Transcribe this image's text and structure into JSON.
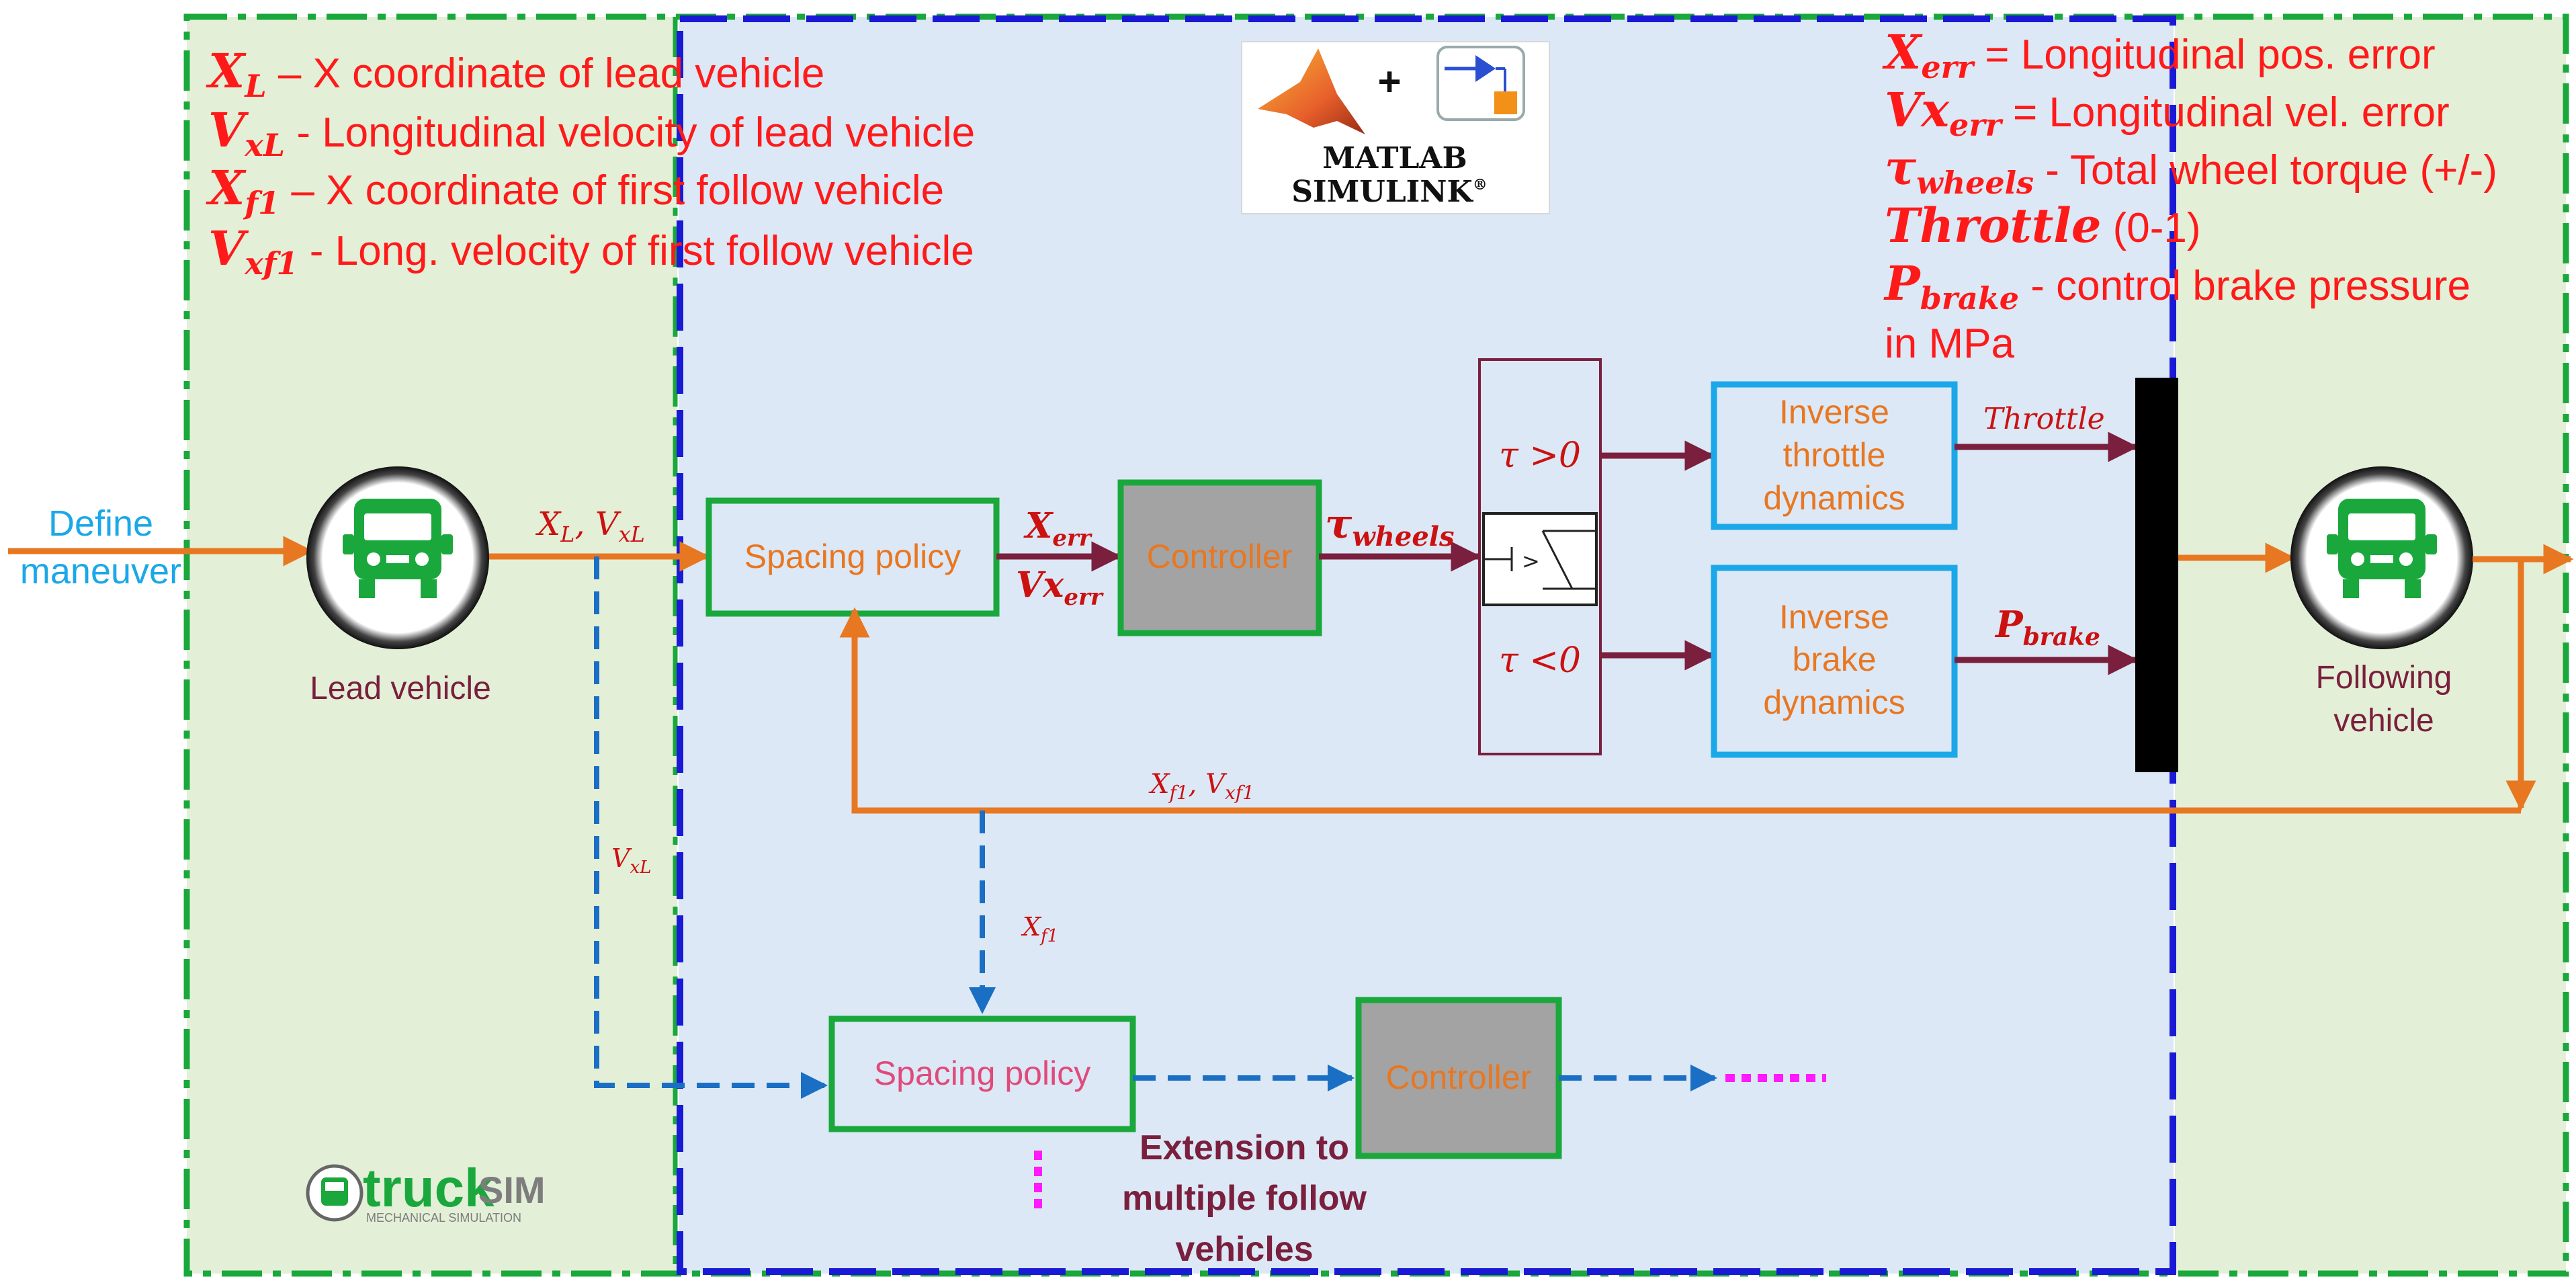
{
  "legend_left": [
    {
      "sym": "X",
      "sub": "L",
      "text": " – X coordinate of lead vehicle"
    },
    {
      "sym": "V",
      "sub": "xL",
      "text": " - Longitudinal velocity of lead vehicle"
    },
    {
      "sym": "X",
      "sub": "f1",
      "text": " – X coordinate of first follow vehicle"
    },
    {
      "sym": "V",
      "sub": "xf1",
      "text": " - Long. velocity of first follow vehicle"
    }
  ],
  "legend_right": [
    {
      "sym": "X",
      "sub": "err",
      "text": " = Longitudinal pos. error"
    },
    {
      "sym": "Vx",
      "sub": "err",
      "text": " = Longitudinal vel. error"
    },
    {
      "sym": "τ",
      "sub": "wheels",
      "text": " - Total wheel torque (+/-)"
    },
    {
      "sym": "Throttle",
      "sub": "",
      "text": " (0-1)"
    },
    {
      "sym": "P",
      "sub": "brake",
      "text": " - control brake pressure"
    }
  ],
  "legend_right_tail": "in MPa",
  "logo": {
    "line1": "MATLAB",
    "line2": "SIMULINK",
    "reg": "®",
    "plus": "+"
  },
  "define_maneuver": {
    "line1": "Define",
    "line2": "maneuver"
  },
  "lead_vehicle_label": "Lead vehicle",
  "following_vehicle_label": {
    "line1": "Following",
    "line2": "vehicle"
  },
  "blocks": {
    "spacing_policy_1": "Spacing policy",
    "controller_1": "Controller",
    "inverse_throttle": {
      "line1": "Inverse",
      "line2": "throttle",
      "line3": "dynamics"
    },
    "inverse_brake": {
      "line1": "Inverse",
      "line2": "brake",
      "line3": "dynamics"
    },
    "spacing_policy_2": "Spacing policy",
    "controller_2": "Controller"
  },
  "switch": {
    "pos": "τ >0",
    "neg": "τ <0"
  },
  "signals": {
    "xl_vxl": {
      "a": "X",
      "a_sub": "L",
      "sep": ", ",
      "b": "V",
      "b_sub": "xL"
    },
    "xerr": {
      "sym": "X",
      "sub": "err"
    },
    "vxerr": {
      "sym": "Vx",
      "sub": "err"
    },
    "tau_wheels": {
      "sym": "τ",
      "sub": "wheels"
    },
    "throttle": "Throttle",
    "pbrake": {
      "sym": "P",
      "sub": "brake"
    },
    "xf1_vxf1": {
      "a": "X",
      "a_sub": "f1",
      "sep": ", ",
      "b": "V",
      "b_sub": "xf1"
    },
    "vxl": {
      "sym": "V",
      "sub": "xL"
    },
    "xf1": {
      "sym": "X",
      "sub": "f1"
    }
  },
  "extension": {
    "line1": "Extension to",
    "line2": "multiple follow",
    "line3": "vehicles"
  },
  "trucksim": {
    "truck": "truck",
    "sim": "SIM",
    "tag": "MECHANICAL SIMULATION"
  },
  "colors": {
    "green_region": "#e3efd7",
    "blue_region": "#dce8f5",
    "green_border": "#1aa83c",
    "blue_border": "#1a1ad6",
    "orange": "#e87722",
    "maroon": "#7a1f3d",
    "cyan": "#1aa8e8",
    "legend_red": "#ff1a1a",
    "dashed_blue": "#1a6fc4",
    "magenta": "#ff1aff"
  }
}
